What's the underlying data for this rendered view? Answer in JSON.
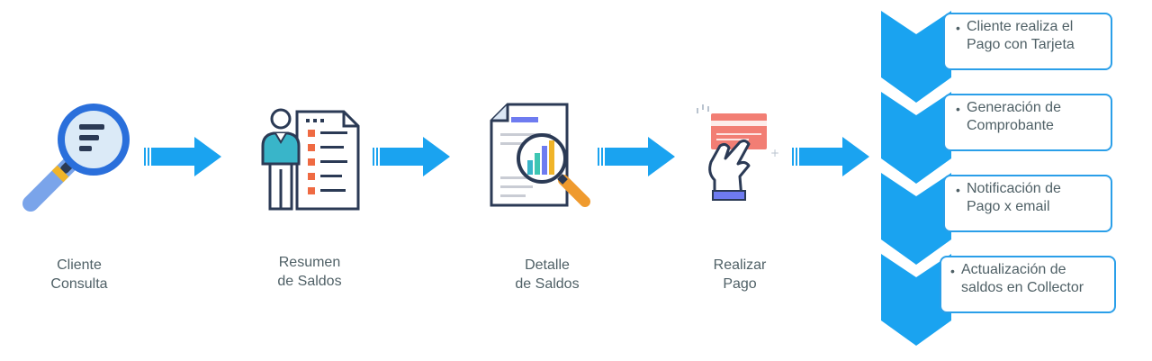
{
  "nodes": [
    {
      "label": "Cliente\nConsulta",
      "icon": "magnifier-document-icon"
    },
    {
      "label": "Resumen\nde Saldos",
      "icon": "person-checklist-icon"
    },
    {
      "label": "Detalle\nde Saldos",
      "icon": "report-analysis-icon"
    },
    {
      "label": "Realizar\nPago",
      "icon": "hand-card-icon"
    }
  ],
  "steps": [
    {
      "text": "Cliente realiza el\nPago con Tarjeta"
    },
    {
      "text": "Generación de\nComprobante"
    },
    {
      "text": "Notificación de\nPago x email"
    },
    {
      "text": "Actualización de\nsaldos en Collector"
    }
  ],
  "colors": {
    "accent": "#1aa3f0",
    "box_border": "#2a9fe9",
    "text": "#4f6066",
    "card": "#f27e74",
    "highlight": "#ef6a42",
    "navy": "#2b3a55"
  }
}
